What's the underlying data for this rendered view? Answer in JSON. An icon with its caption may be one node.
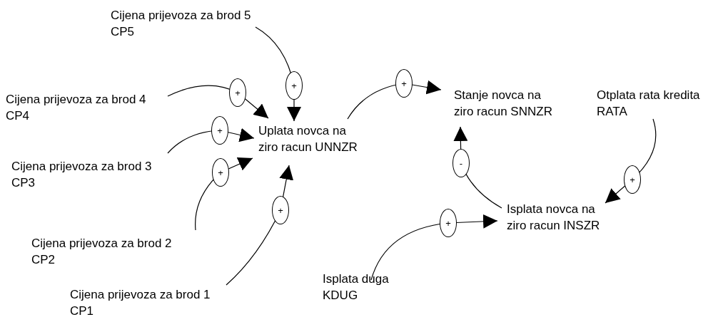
{
  "diagram": {
    "nodes": [
      {
        "text": [
          "Cijena prijevoza za brod 5 CP5"
        ]
      },
      {
        "text": [
          "Cijena prijevoza za brod 4 CP4"
        ]
      },
      {
        "text": [
          "Uplata novca na ziro racun UNNZR"
        ]
      },
      {
        "text": [
          "Cijena prijevoza za brod 3 CP3"
        ]
      },
      {
        "text": [
          "Cijena prijevoza za brod 2 CP2"
        ]
      },
      {
        "text": [
          "Cijena prijevoza za brod 1 CP1"
        ]
      },
      {
        "text": [
          "Stanje novca na ziro racun SNNZR"
        ]
      },
      {
        "text": [
          "Otplata rata kredita RATA"
        ]
      },
      {
        "text": [
          "Isplata novca na ziro racun INSZR"
        ]
      },
      {
        "text": [
          "Isplata duga KDUG"
        ]
      }
    ],
    "edges": [
      {
        "from": 0,
        "to": 2,
        "arrow": "to",
        "label": "+"
      },
      {
        "from": 1,
        "to": 2,
        "arrow": "to",
        "label": "+"
      },
      {
        "from": 3,
        "to": 2,
        "arrow": "to",
        "label": "+"
      },
      {
        "from": 4,
        "to": 2,
        "arrow": "to",
        "label": "+"
      },
      {
        "from": 5,
        "to": 2,
        "arrow": "to",
        "label": "+"
      },
      {
        "from": 2,
        "to": 6,
        "arrow": "to",
        "label": "+"
      },
      {
        "from": 8,
        "to": 6,
        "arrow": "to",
        "label": "-"
      },
      {
        "from": 7,
        "to": 8,
        "arrow": "to",
        "label": "+"
      },
      {
        "from": 9,
        "to": 8,
        "arrow": "to",
        "label": "+"
      }
    ]
  }
}
